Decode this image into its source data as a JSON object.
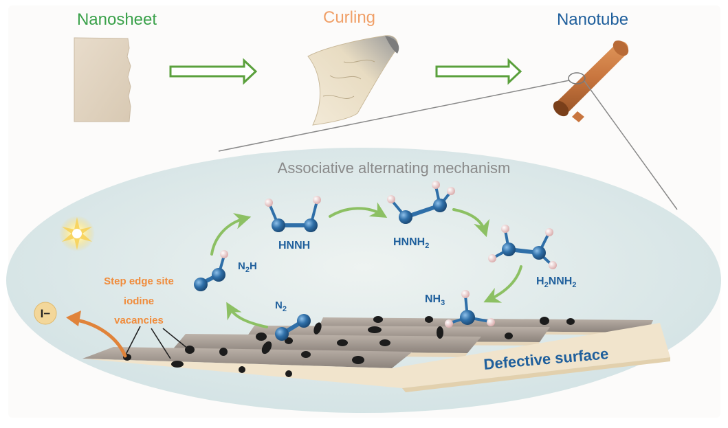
{
  "stages": {
    "nanosheet": "Nanosheet",
    "curling": "Curling",
    "nanotube": "Nanotube"
  },
  "mechanism_title": "Associative alternating mechanism",
  "molecules": {
    "n2": "N2",
    "n2h": "N2H",
    "hnnh": "HNNH",
    "hnnh2": "HNNH2",
    "h2nnh2": "H2NNH2",
    "nh3": "NH3"
  },
  "defect_labels": {
    "line1": "Step edge site",
    "line2": "iodine",
    "line3": "vacancies"
  },
  "iodide_ion": "I−",
  "surface_label": "Defective surface",
  "colors": {
    "nanosheet_label": "#3aa14a",
    "curling_label": "#f0a068",
    "nanotube_label": "#1f5f9c",
    "cycle_arrows": "#8cc063",
    "molecule_blue": "#2f6fa8",
    "hydrogen": "#f2d2d2",
    "orange": "#f08c3c"
  }
}
